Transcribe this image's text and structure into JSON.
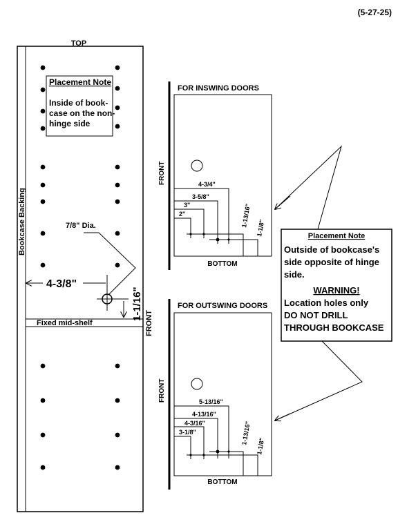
{
  "date_code": "(5-27-25)",
  "panel": {
    "top_label": "TOP",
    "backing_label": "Bookcase Backing",
    "front_label": "FRONT",
    "placement_note": {
      "title": "Placement Note",
      "lines": [
        "Inside of book-",
        "case on the non-",
        "hinge side"
      ]
    },
    "hole_dia_label": "7/8\" Dia.",
    "dim_horizontal": "4-3/8\"",
    "dim_vertical": "1-1/16\"",
    "shelf_label": "Fixed mid-shelf"
  },
  "inswing": {
    "title": "FOR INSWING DOORS",
    "front_label": "FRONT",
    "bottom_label": "BOTTOM",
    "dims": [
      "4-3/4\"",
      "3-5/8\"",
      "3\"",
      "2\""
    ],
    "vert_dims": [
      "1-13/16\"",
      "1-1/8\""
    ]
  },
  "outswing": {
    "title": "FOR OUTSWING DOORS",
    "front_label": "FRONT",
    "bottom_label": "BOTTOM",
    "dims": [
      "5-13/16\"",
      "4-13/16\"",
      "4-3/16\"",
      "3-1/8\""
    ],
    "vert_dims": [
      "1-13/16\"",
      "1-1/8\""
    ]
  },
  "outside_note": {
    "title": "Placement Note",
    "lines": [
      "Outside of bookcase's",
      "side opposite of hinge",
      "side."
    ],
    "warning_title": "WARNING!",
    "warning_lines": [
      "Location holes only",
      "DO NOT DRILL",
      "THROUGH BOOKCASE"
    ]
  }
}
